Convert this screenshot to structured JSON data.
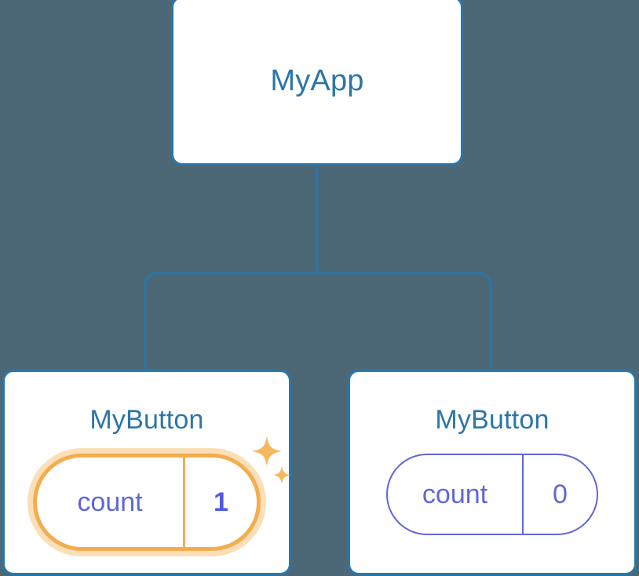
{
  "diagram": {
    "kind": "component-tree",
    "background_color": "#4c6876",
    "node_border_color": "#2b76a8",
    "connector_color": "#2b76a8"
  },
  "root": {
    "title": "MyApp"
  },
  "children": [
    {
      "title": "MyButton",
      "state": {
        "key": "count",
        "value": "1",
        "highlighted": true,
        "border_color": "#f4ad4e",
        "glow_color": "#f8c47e",
        "value_color": "#5059e8",
        "key_color": "#5f68d6",
        "sparkle_color": "#f7b75e",
        "sparkle_icons": [
          "sparkle-large-icon",
          "sparkle-small-icon"
        ]
      }
    },
    {
      "title": "MyButton",
      "state": {
        "key": "count",
        "value": "0",
        "highlighted": false,
        "border_color": "#5f68d6",
        "value_color": "#5f68d6",
        "key_color": "#5f68d6"
      }
    }
  ]
}
